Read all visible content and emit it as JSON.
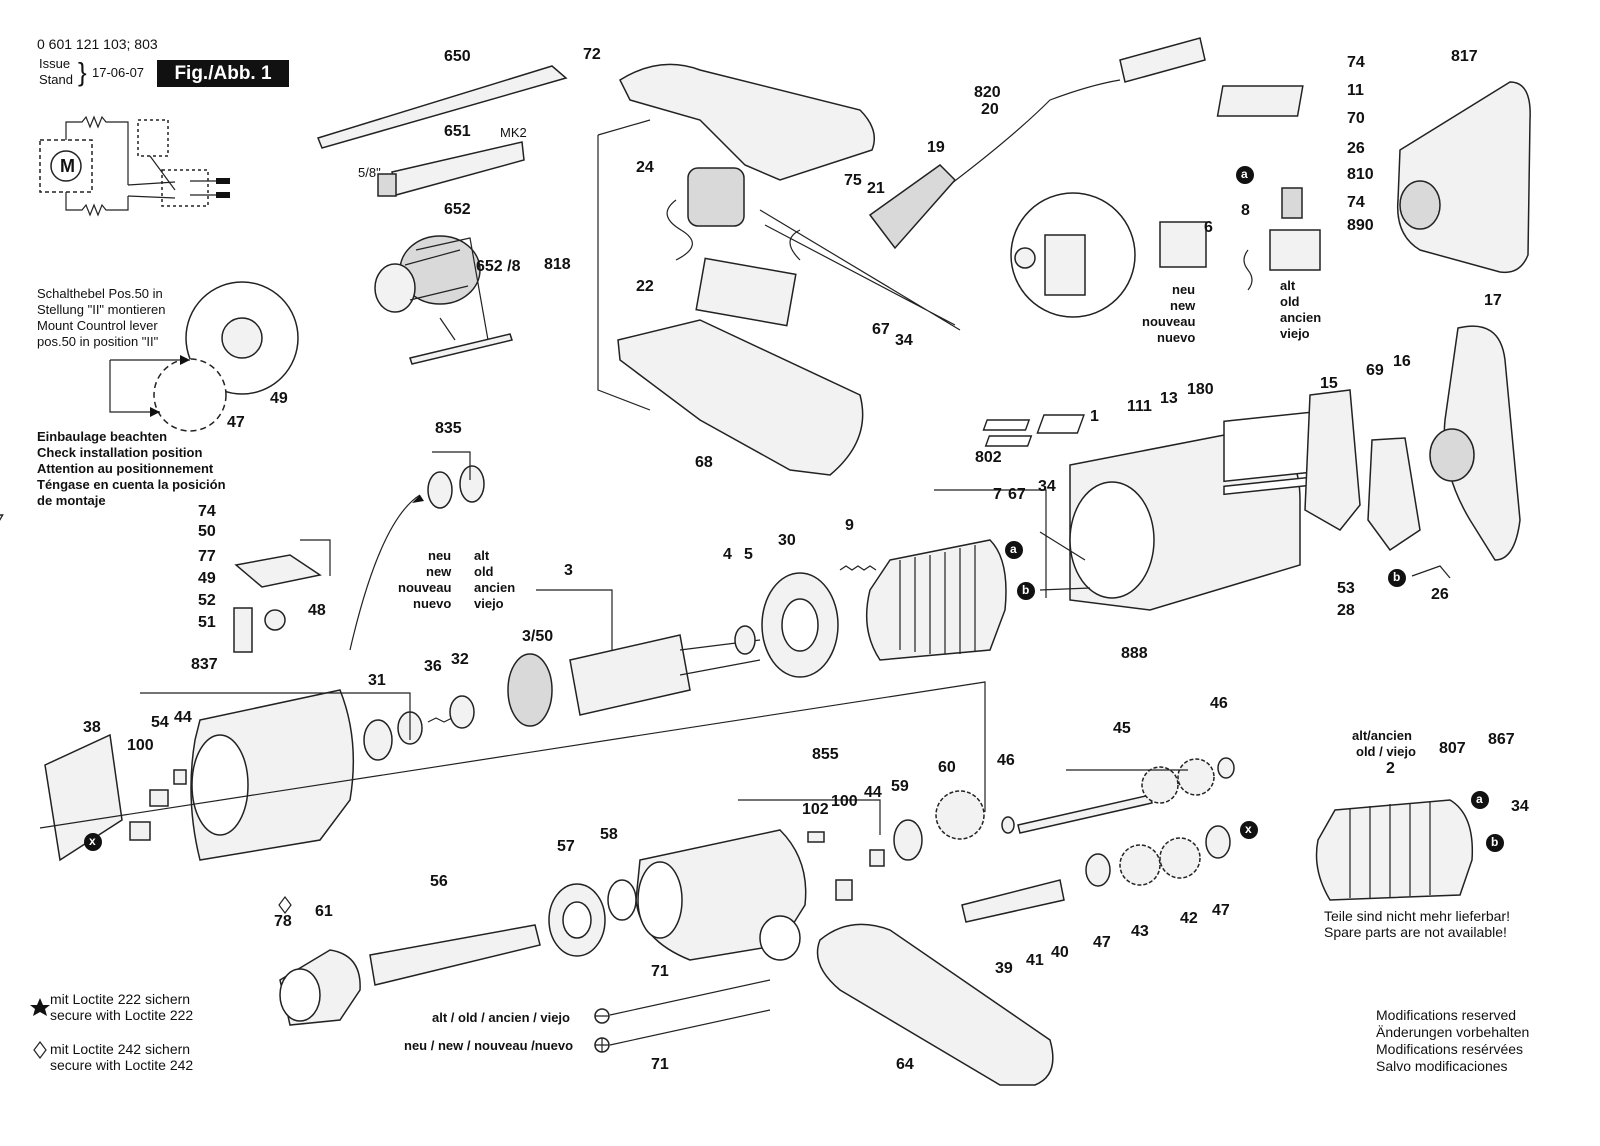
{
  "header": {
    "part_number": "0 601 121 103; 803",
    "issue_label_1": "Issue",
    "issue_label_2": "Stand",
    "issue_date": "17-06-07",
    "fig_label": "Fig./Abb. 1"
  },
  "notes": {
    "lever_note_1": "Schalthebel Pos.50 in",
    "lever_note_2": "Stellung \"II\" montieren",
    "lever_note_3": "Mount Countrol lever",
    "lever_note_4": "pos.50 in position \"II\"",
    "install_1": "Einbaulage beachten",
    "install_2": "Check installation position",
    "install_3": "Attention au positionnement",
    "install_4": "Téngase en cuenta la posición",
    "install_5": "de montaje",
    "mk2": "MK2",
    "inch": "5/8\"",
    "neu_new_1": "neu",
    "neu_new_2": "new",
    "neu_new_3": "nouveau",
    "neu_new_4": "nuevo",
    "alt_old_1": "alt",
    "alt_old_2": "old",
    "alt_old_3": "ancien",
    "alt_old_4": "viejo",
    "alt_ancien": "alt/ancien",
    "old_viejo": "old / viejo",
    "not_available_1": "Teile sind nicht mehr lieferbar!",
    "not_available_2": "Spare parts are not available!",
    "alt_screw": "alt / old / ancien / viejo",
    "neu_screw": "neu / new / nouveau /nuevo",
    "loctite222_1": "mit Loctite 222 sichern",
    "loctite222_2": "secure with Loctite 222",
    "loctite242_1": "mit Loctite 242 sichern",
    "loctite242_2": "secure with Loctite 242",
    "mod_1": "Modifications reserved",
    "mod_2": "Änderungen vorbehalten",
    "mod_3": "Modifications resérvées",
    "mod_4": "Salvo modificaciones",
    "motor_symbol": "M",
    "marker_a": "a",
    "marker_b": "b",
    "marker_x": "x"
  },
  "parts": {
    "p650": "650",
    "p651": "651",
    "p652": "652",
    "p652_8": "652 /8",
    "p72": "72",
    "p818": "818",
    "p24": "24",
    "p22": "22",
    "p68": "68",
    "p75": "75",
    "p21": "21",
    "p820": "820",
    "p20": "20",
    "p19": "19",
    "p67a": "67",
    "p34a": "34",
    "p74a": "74",
    "p11": "11",
    "p70": "70",
    "p26a": "26",
    "p810": "810",
    "p8": "8",
    "p74b": "74",
    "p890": "890",
    "p6": "6",
    "p817": "817",
    "p49a": "49",
    "p47a": "47",
    "p835": "835",
    "p74c": "74",
    "p50": "50",
    "p77": "77",
    "p49b": "49",
    "p52": "52",
    "p51": "51",
    "p48": "48",
    "p1": "1",
    "p111": "111",
    "p13": "13",
    "p180": "180",
    "p15": "15",
    "p69": "69",
    "p16": "16",
    "p17": "17",
    "p802": "802",
    "p7": "7",
    "p67b": "67",
    "p34b": "34",
    "p9": "9",
    "p30": "30",
    "p4": "4",
    "p5": "5",
    "p3": "3",
    "p3_50": "3/50",
    "p53": "53",
    "p28": "28",
    "p26b": "26",
    "p888": "888",
    "p837": "837",
    "p31": "31",
    "p36": "36",
    "p32": "32",
    "p38": "38",
    "p100a": "100",
    "p54": "54",
    "p44a": "44",
    "p855": "855",
    "p102": "102",
    "p100b": "100",
    "p44b": "44",
    "p59": "59",
    "p60": "60",
    "p46a": "46",
    "p45": "45",
    "p46b": "46",
    "p57": "57",
    "p58": "58",
    "p56": "56",
    "p61": "61",
    "p78": "78",
    "p71a": "71",
    "p71b": "71",
    "p64": "64",
    "p39": "39",
    "p41": "41",
    "p40": "40",
    "p47b": "47",
    "p43": "43",
    "p42": "42",
    "p47c": "47",
    "p2": "2",
    "p807": "807",
    "p867": "867",
    "p34c": "34"
  }
}
